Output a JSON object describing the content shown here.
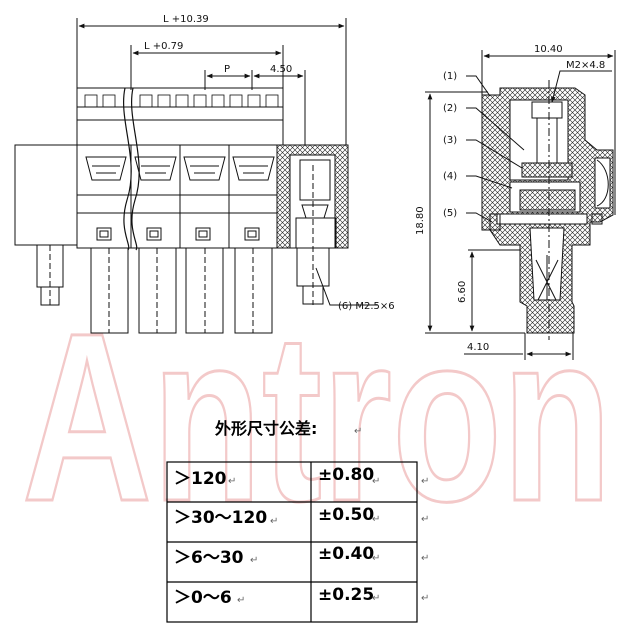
{
  "drawing": {
    "watermark": "Antron",
    "dimensions": {
      "overall_length": "L +10.39",
      "inner_length": "L +0.79",
      "pitch": "P",
      "end_offset": "4.50",
      "width": "10.40",
      "height": "18.80",
      "pin_length": "6.60",
      "pin_offset": "4.10"
    },
    "screw_top": "M2×4.8",
    "screw_bottom": "(6)  M2.5×6",
    "callouts": [
      "(1)",
      "(2)",
      "(3)",
      "(4)",
      "(5)"
    ]
  },
  "tolerance": {
    "title": "外形尺寸公差:",
    "return_mark": "↵",
    "rows": [
      {
        "range": "＞120",
        "value": "±0.80"
      },
      {
        "range": "＞30～120",
        "value": "±0.50"
      },
      {
        "range": "＞6～30",
        "value": "±0.40"
      },
      {
        "range": "＞0～6",
        "value": "±0.25"
      }
    ]
  }
}
